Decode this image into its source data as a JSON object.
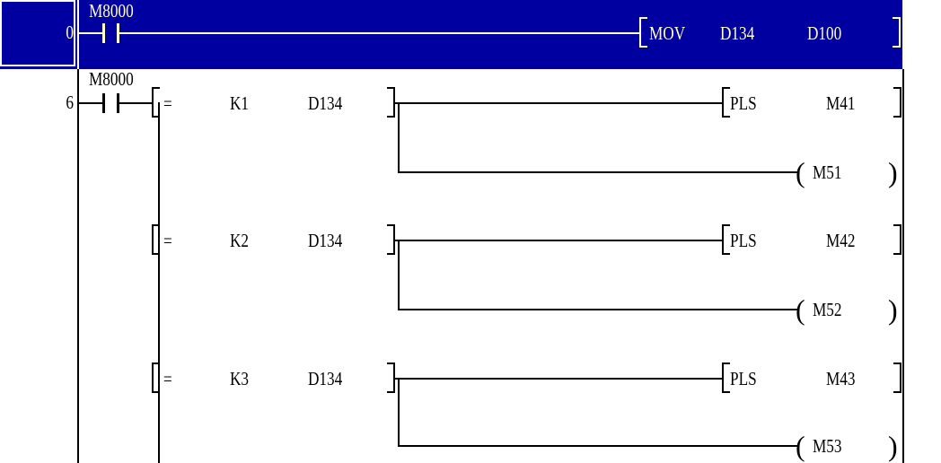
{
  "editor": {
    "selection_colors": {
      "background": "#0000A0",
      "foreground": "#FFFFC8"
    },
    "wire_color": "#000000",
    "background_color": "#FFFFFF"
  },
  "rungs": [
    {
      "step": "0",
      "contact": {
        "label": "M8000"
      },
      "instruction": {
        "op": "MOV",
        "arg1": "D134",
        "arg2": "D100"
      }
    },
    {
      "step": "6",
      "contact": {
        "label": "M8000"
      },
      "branches": [
        {
          "compare": {
            "op": "=",
            "arg1": "K1",
            "arg2": "D134"
          },
          "pulse": {
            "op": "PLS",
            "arg": "M41"
          },
          "coil": {
            "label": "M51"
          }
        },
        {
          "compare": {
            "op": "=",
            "arg1": "K2",
            "arg2": "D134"
          },
          "pulse": {
            "op": "PLS",
            "arg": "M42"
          },
          "coil": {
            "label": "M52"
          }
        },
        {
          "compare": {
            "op": "=",
            "arg1": "K3",
            "arg2": "D134"
          },
          "pulse": {
            "op": "PLS",
            "arg": "M43"
          },
          "coil": {
            "label": "M53"
          }
        }
      ]
    }
  ]
}
